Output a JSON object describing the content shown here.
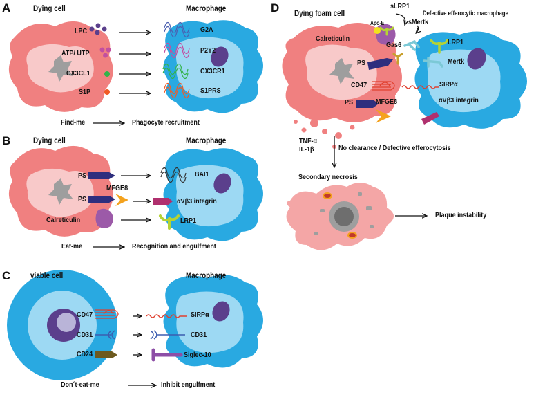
{
  "panel_a": {
    "letter": "A",
    "left_title": "Dying cell",
    "right_title": "Macrophage",
    "signals": [
      "LPC",
      "ATP/ UTP",
      "CX3CL1",
      "S1P"
    ],
    "receptors": [
      "G2A",
      "P2Y2",
      "CX3CR1",
      "S1PRS"
    ],
    "footer_left": "Find-me",
    "footer_right": "Phagocyte recruitment"
  },
  "panel_b": {
    "letter": "B",
    "left_title": "Dying cell",
    "right_title": "Macrophage",
    "ligands": [
      "PS",
      "PS",
      "Calreticulin"
    ],
    "bridge": "MFGE8",
    "receptors": [
      "BAI1",
      "αVβ3 integrin",
      "LRP1"
    ],
    "footer_left": "Eat-me",
    "footer_right": "Recognition and engulfment"
  },
  "panel_c": {
    "letter": "C",
    "left_title": "viable cell",
    "right_title": "Macrophage",
    "ligands": [
      "CD47",
      "CD31",
      "CD24"
    ],
    "receptors": [
      "SIRPα",
      "CD31",
      "Siglec-10"
    ],
    "footer_left": "Don´t-eat-me",
    "footer_right": "Inhibit engulfment"
  },
  "panel_d": {
    "letter": "D",
    "left_title": "Dying foam cell",
    "right_title": "Defective efferocytic macrophage",
    "slrp1": "sLRP1",
    "smertk": "sMertk",
    "apoe": "Apo-E",
    "gas6": "Gas6",
    "lrp1": "LRP1",
    "mertk": "Mertk",
    "calreticulin": "Calreticulin",
    "ps1": "PS",
    "cd47": "CD47",
    "sirpa": "SIRPα",
    "ps2": "PS",
    "mfge8": "MFGE8",
    "integrin": "αVβ3 integrin",
    "tnf": "TNF-α",
    "il1": "IL-1β",
    "no_clearance": "No clearance / Defective efferocytosis",
    "necrosis": "Secondary necrosis",
    "outcome": "Plaque instability"
  },
  "colors": {
    "dying_cell": "#f08080",
    "dying_nucleus_zone": "#f8c9c9",
    "dying_nucleus": "#9e9e9e",
    "macrophage": "#29a9e1",
    "macrophage_inner": "#9dd9f3",
    "macrophage_nucleus": "#5b3f8c",
    "ps_arrow": "#2e2e7e",
    "mfge8": "#f4a21d",
    "calreticulin": "#9c5aa8",
    "integrin": "#b0306e",
    "lrp1": "#b5d334",
    "cd24": "#6d5a1f",
    "siglec": "#8d4ea6",
    "sirpa": "#e0402f",
    "necrotic_cell": "#f4a6a6"
  }
}
